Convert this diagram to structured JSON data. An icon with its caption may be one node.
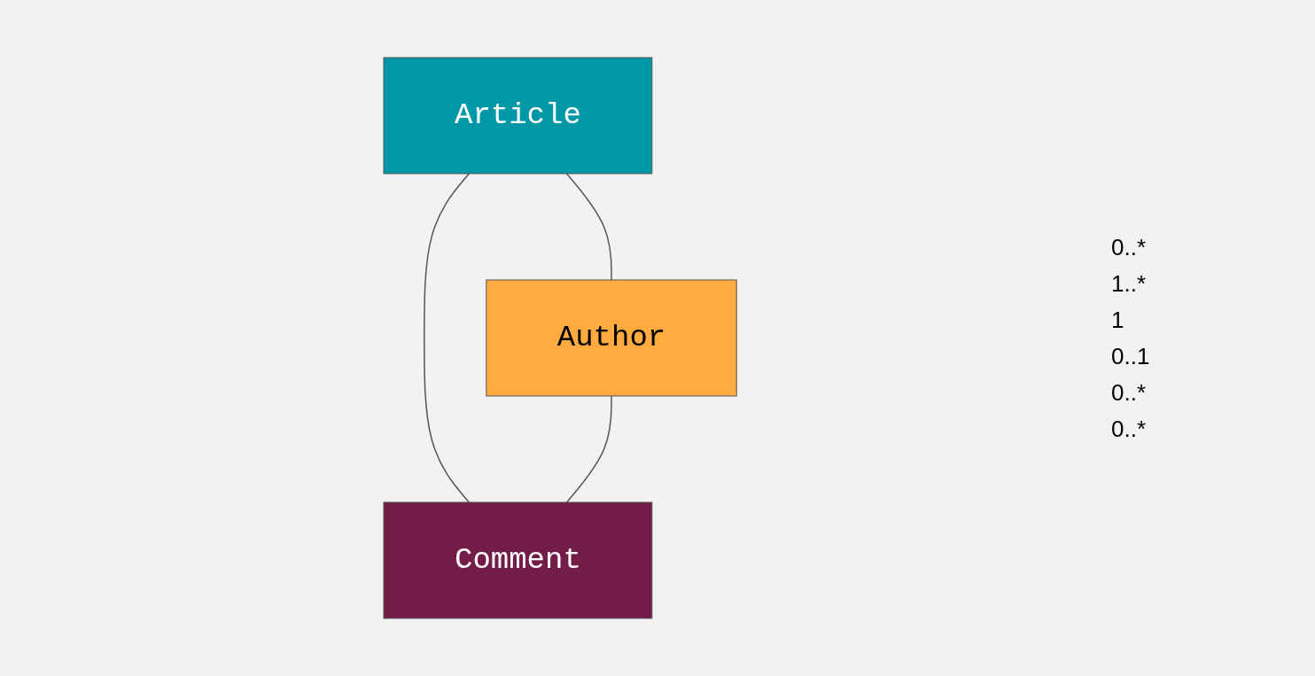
{
  "diagram": {
    "nodes": [
      {
        "text": [
          "Article"
        ]
      },
      {
        "text": [
          "Author"
        ]
      },
      {
        "text": [
          "Comment"
        ]
      }
    ],
    "edges": [
      {
        "from": 0,
        "to": 1,
        "arrow": "none"
      },
      {
        "from": 0,
        "to": 2,
        "arrow": "none"
      },
      {
        "from": 1,
        "to": 2,
        "arrow": "none"
      }
    ],
    "labels": [
      "0..*",
      "1..*",
      "1",
      "0..1",
      "0..*",
      "0..*"
    ]
  }
}
